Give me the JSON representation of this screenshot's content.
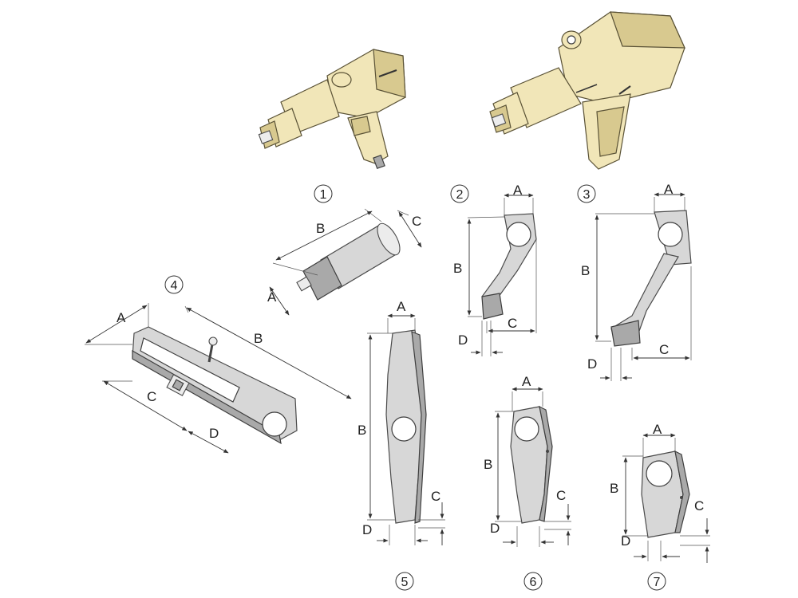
{
  "items": [
    {
      "number": "1",
      "dims": [
        "A",
        "B",
        "C"
      ]
    },
    {
      "number": "2",
      "dims": [
        "A",
        "B",
        "C",
        "D"
      ]
    },
    {
      "number": "3",
      "dims": [
        "A",
        "B",
        "C",
        "D"
      ]
    },
    {
      "number": "4",
      "dims": [
        "A",
        "B",
        "C",
        "D"
      ]
    },
    {
      "number": "5",
      "dims": [
        "A",
        "B",
        "C",
        "D"
      ]
    },
    {
      "number": "6",
      "dims": [
        "A",
        "B",
        "C",
        "D"
      ]
    },
    {
      "number": "7",
      "dims": [
        "A",
        "B",
        "C",
        "D"
      ]
    }
  ],
  "colors": {
    "tool_body": "#f1e6b8",
    "accessory_metal": "#d7d7d7",
    "line": "#333333"
  },
  "icons": [
    "impact-wrench-small",
    "impact-wrench-large",
    "extension-socket",
    "reaction-arm-curved",
    "reaction-arm-offset",
    "reaction-plate",
    "reaction-bar-long",
    "reaction-bar-medium",
    "reaction-bar-short"
  ]
}
